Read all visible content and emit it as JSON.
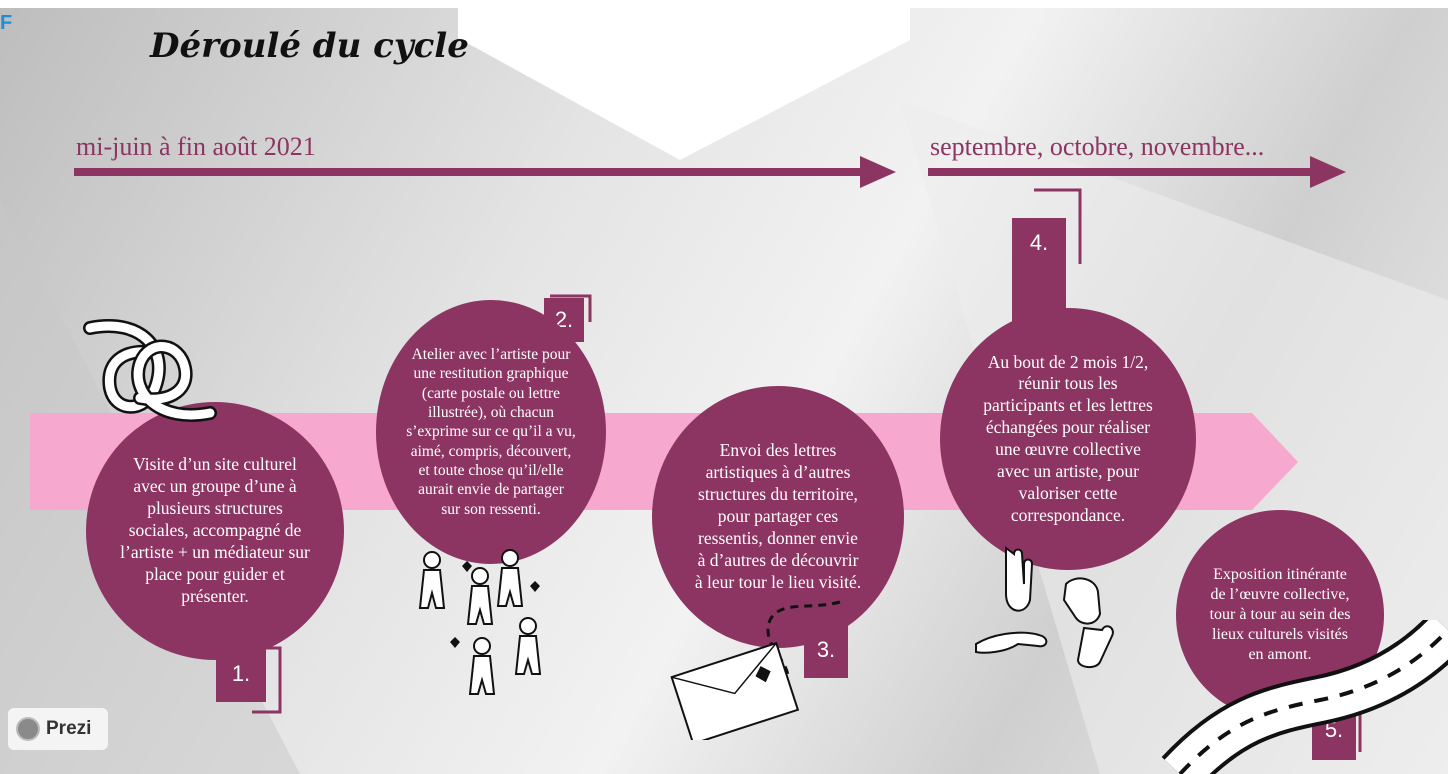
{
  "app": {
    "title": "Déroulé du cycle",
    "corner_letter": "F",
    "brand_badge": "Prezi"
  },
  "timeline": {
    "period1": "mi-juin à fin août 2021",
    "period2": "septembre, octobre, novembre..."
  },
  "steps": [
    {
      "number": "1.",
      "lines": [
        "Visite d’un site culturel",
        "avec un groupe d’une à",
        "plusieurs structures",
        "sociales, accompagné de",
        "l’artiste + un médiateur sur",
        "place pour guider et",
        "présenter."
      ]
    },
    {
      "number": "2.",
      "lines": [
        "Atelier avec l’artiste pour",
        "une restitution graphique",
        "(carte postale ou lettre",
        "illustrée), où chacun",
        "s’exprime sur ce qu’il a vu,",
        "aimé, compris, découvert,",
        "et toute chose qu’il/elle",
        "aurait envie de partager",
        "sur son ressenti."
      ]
    },
    {
      "number": "3.",
      "lines": [
        "Envoi des lettres",
        "artistiques à d’autres",
        "structures du territoire,",
        "pour partager ces",
        "ressentis, donner envie",
        "à d’autres de découvrir",
        "à leur tour le lieu visité."
      ]
    },
    {
      "number": "4.",
      "lines": [
        "Au bout de 2 mois 1/2,",
        "réunir tous les",
        "participants et les lettres",
        "échangées pour réaliser",
        "une œuvre collective",
        "avec un artiste, pour",
        "valoriser cette",
        "correspondance."
      ]
    },
    {
      "number": "5.",
      "lines": [
        "Exposition itinérante",
        "de l’œuvre collective,",
        "tour à tour au sein des",
        "lieux culturels visités",
        "en amont."
      ]
    }
  ],
  "colors": {
    "accent": "#8c3562",
    "band": "#f7a8cf",
    "text": "#ffffff"
  },
  "icons": [
    "linked-arms-icon",
    "dancing-people-icon",
    "envelope-icon",
    "hands-icon",
    "road-icon",
    "prezi-logo-icon"
  ]
}
